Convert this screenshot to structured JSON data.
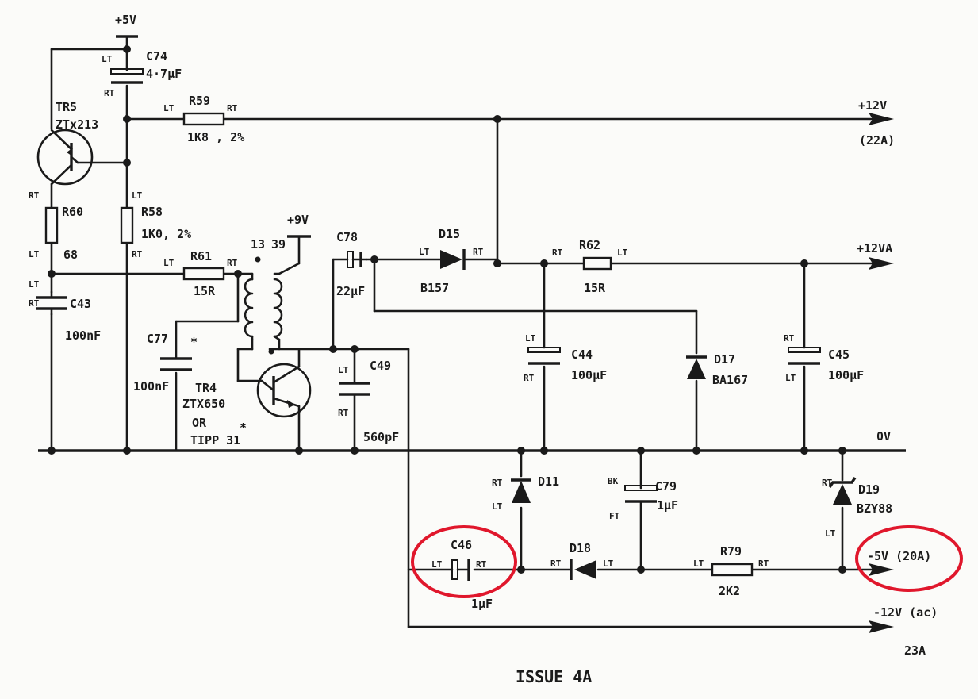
{
  "title": "ISSUE 4A",
  "rails": {
    "plus5v": "+5V",
    "plus9v": "+9V",
    "plus12v": "+12V",
    "plus12v_ref": "(22A)",
    "plus12va": "+12VA",
    "zero_v": "0V",
    "minus5v": "-5V (20A)",
    "minus12v": "-12V (ac)",
    "minus12v_ref": "23A"
  },
  "pins": {
    "lt": "LT",
    "rt": "RT",
    "bk": "BK",
    "ft": "FT"
  },
  "transformer": {
    "pin_a": "13",
    "pin_b": "39"
  },
  "components": {
    "c74": {
      "ref": "C74",
      "value": "4·7μF"
    },
    "tr5": {
      "ref": "TR5",
      "value": "ZTx213"
    },
    "r59": {
      "ref": "R59",
      "value": "1K8 , 2%"
    },
    "r60": {
      "ref": "R60",
      "value": "68"
    },
    "r58": {
      "ref": "R58",
      "value": "1K0, 2%"
    },
    "c43": {
      "ref": "C43",
      "value": "100nF"
    },
    "r61": {
      "ref": "R61",
      "value": "15R"
    },
    "c77": {
      "ref": "C77",
      "value": "100nF",
      "mark": "*"
    },
    "tr4": {
      "ref": "TR4",
      "value": "ZTX650",
      "alt_sep": "OR",
      "alt": "TIPP 31",
      "mark": "*"
    },
    "c78": {
      "ref": "C78",
      "value": "22μF"
    },
    "c49": {
      "ref": "C49",
      "value": "560pF"
    },
    "d15": {
      "ref": "D15",
      "value": "B157"
    },
    "r62": {
      "ref": "R62",
      "value": "15R"
    },
    "c44": {
      "ref": "C44",
      "value": "100μF"
    },
    "d17": {
      "ref": "D17",
      "value": "BA167"
    },
    "c45": {
      "ref": "C45",
      "value": "100μF"
    },
    "d11": {
      "ref": "D11"
    },
    "c79": {
      "ref": "C79",
      "value": "1μF"
    },
    "d19": {
      "ref": "D19",
      "value": "BZY88"
    },
    "c46": {
      "ref": "C46",
      "value": "1μF"
    },
    "d18": {
      "ref": "D18"
    },
    "r79": {
      "ref": "R79",
      "value": "2K2"
    }
  },
  "highlight_color": "#e0172c"
}
